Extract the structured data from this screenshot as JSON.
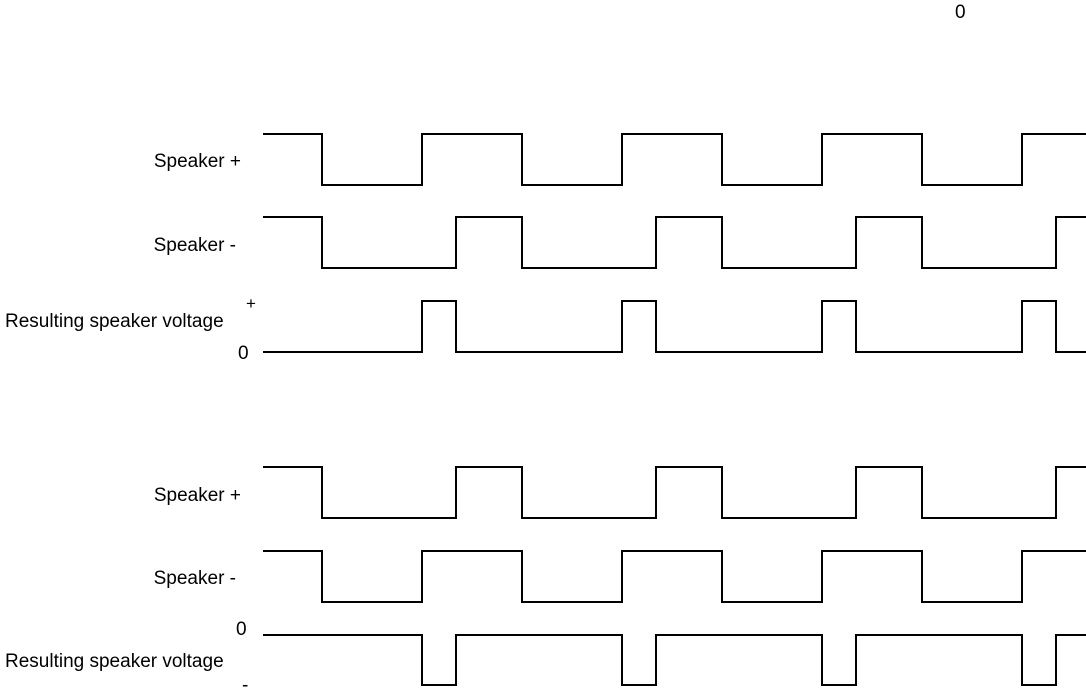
{
  "top_marker": "0",
  "panels": [
    {
      "signals": [
        {
          "label": "Speaker +"
        },
        {
          "label": "Speaker -"
        },
        {
          "label": "Resulting speaker voltage",
          "marker_high": "+",
          "marker_zero": "0"
        }
      ]
    },
    {
      "signals": [
        {
          "label": "Speaker +"
        },
        {
          "label": "Speaker -"
        },
        {
          "label": "Resulting speaker voltage",
          "marker_zero": "0",
          "marker_low": "-"
        }
      ]
    }
  ],
  "style": {
    "line_color": "#000000",
    "background": "#ffffff"
  }
}
